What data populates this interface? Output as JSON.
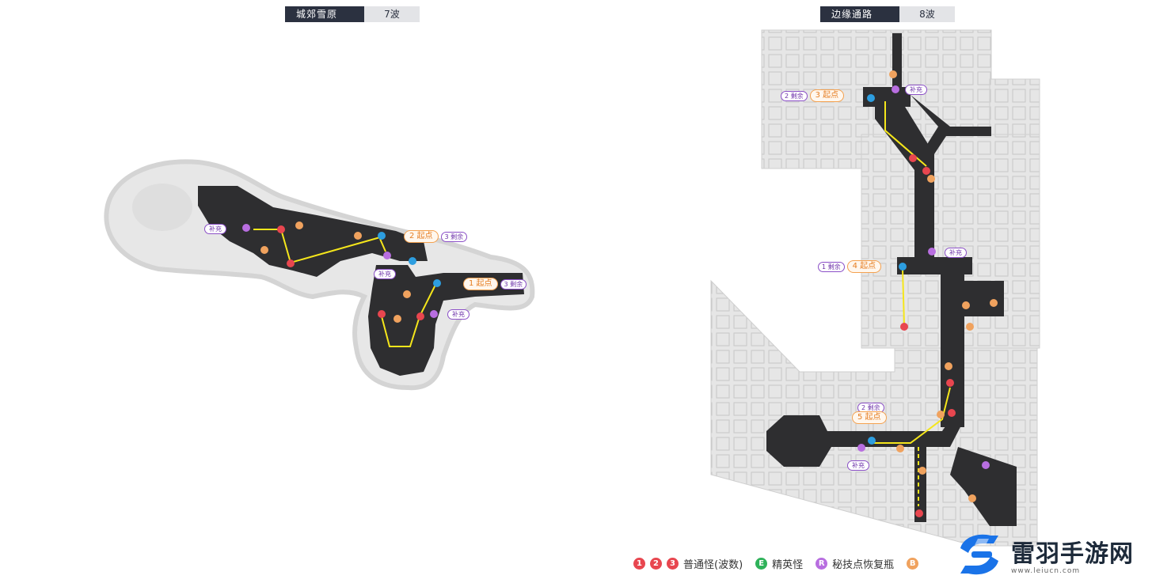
{
  "left_map": {
    "title": "城郊雪原",
    "waves": "7波",
    "start_1": {
      "label": "1 起点",
      "remain": "3 剩余"
    },
    "start_2": {
      "label": "2 起点",
      "remain": "3 剩余"
    },
    "supply": "补充"
  },
  "right_map": {
    "title": "边缘通路",
    "waves": "8波",
    "start_3": {
      "label": "3 起点",
      "remain": "2 剩余"
    },
    "start_4": {
      "label": "4 起点",
      "remain": "1 剩余"
    },
    "start_5": {
      "label": "5 起点",
      "remain": "2 剩余"
    },
    "supply": "补充"
  },
  "legend": {
    "normal_nums": [
      "1",
      "2",
      "3"
    ],
    "normal_label": "普通怪(波数)",
    "elite_icon": "E",
    "elite_label": "精英怪",
    "restore_icon": "R",
    "restore_label": "秘技点恢复瓶",
    "b_icon": "B"
  },
  "watermark": {
    "name": "雷羽手游网",
    "url": "www.leiucn.com"
  },
  "colors": {
    "path": "#f5e61b",
    "wave": "#e8464f",
    "restore": "#b86ee0",
    "b_marker": "#f0a25e",
    "start": "#f4a14f",
    "terrain_dark": "#2e2e30"
  }
}
